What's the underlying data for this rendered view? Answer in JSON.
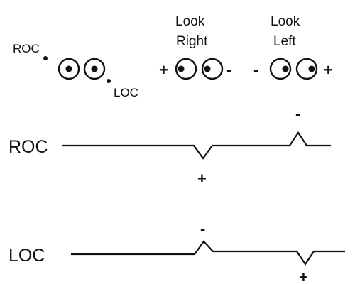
{
  "top": {
    "roc_marker": "ROC",
    "loc_marker": "LOC",
    "look_right": {
      "line1": "Look",
      "line2": "Right",
      "left_sign": "+",
      "right_sign": "-"
    },
    "look_left": {
      "line1": "Look",
      "line2": "Left",
      "left_sign": "-",
      "right_sign": "+"
    }
  },
  "traces": {
    "roc": {
      "label": "ROC",
      "down_sign": "+",
      "up_sign": "-"
    },
    "loc": {
      "label": "LOC",
      "up_sign": "-",
      "down_sign": "+"
    }
  }
}
